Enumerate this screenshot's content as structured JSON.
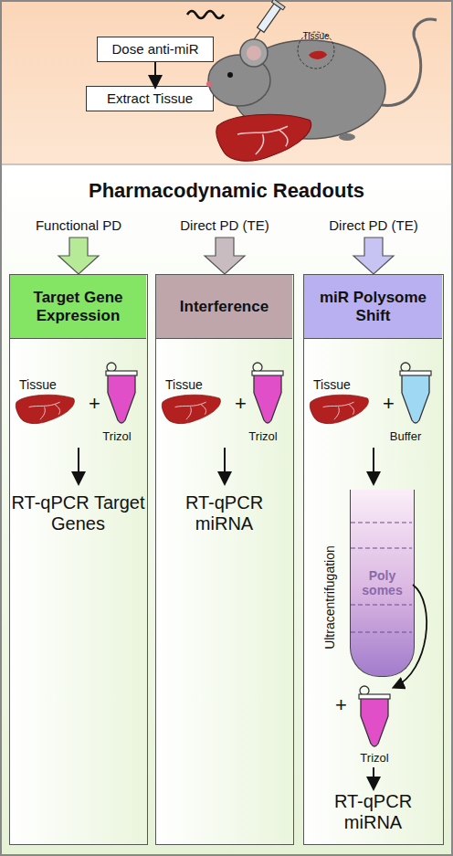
{
  "diagram": {
    "title": "Pharmacodynamic Readouts",
    "nodes": [
      {
        "text": [
          "Dose anti-miR"
        ]
      },
      {
        "text": [
          "Extract Tissue"
        ]
      },
      {
        "text": [
          "Tissue",
          "+",
          "Trizol",
          "RT-qPCR Target Genes"
        ]
      },
      {
        "text": [
          "Target Gene Expression"
        ],
        "in": 2
      },
      {
        "text": [
          "Tissue",
          "+",
          "Trizol",
          "RT-qPCR miRNA"
        ]
      },
      {
        "text": [
          "Interference"
        ],
        "in": 4
      },
      {
        "text": [
          "Tissue",
          "+",
          "Buffer",
          "Ultracentrifugation",
          "+",
          "Trizol",
          "RT-qPCR miRNA"
        ]
      },
      {
        "text": [
          "miR Polysome Shift"
        ],
        "in": 6
      },
      {
        "text": [
          "Poly somes"
        ],
        "in": 6
      }
    ],
    "edges": [
      {
        "from": 0,
        "to": 1,
        "arrow": "to"
      }
    ],
    "labels": [
      "Tissue",
      "Functional PD",
      "Direct PD (TE)",
      "Direct PD (TE)"
    ]
  }
}
